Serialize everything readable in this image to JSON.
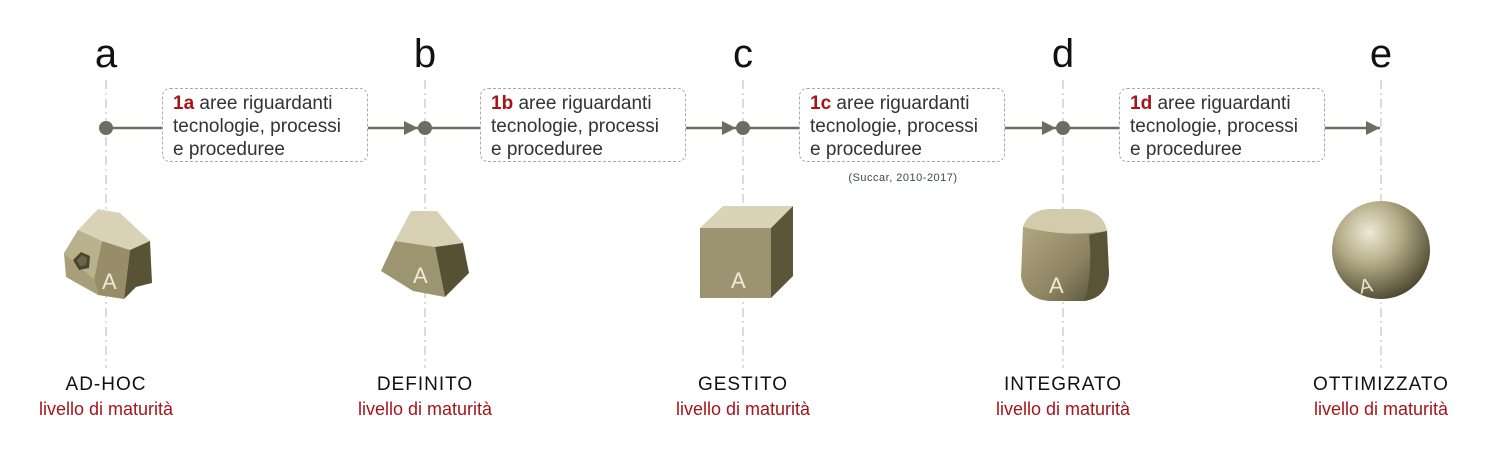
{
  "stages": [
    {
      "letter": "a",
      "level": "AD-HOC",
      "sublabel": "livello di maturità",
      "shape": "hollow-polyhedron"
    },
    {
      "letter": "b",
      "level": "DEFINITO",
      "sublabel": "livello di maturità",
      "shape": "pentagonal-polyhedron"
    },
    {
      "letter": "c",
      "level": "GESTITO",
      "sublabel": "livello di maturità",
      "shape": "cube"
    },
    {
      "letter": "d",
      "level": "INTEGRATO",
      "sublabel": "livello di maturità",
      "shape": "rounded-cube"
    },
    {
      "letter": "e",
      "level": "OTTIMIZZATO",
      "sublabel": "livello di maturità",
      "shape": "sphere"
    }
  ],
  "transitions": [
    {
      "code": "1a",
      "line1": " aree riguardanti",
      "line2": "tecnologie, processi",
      "line3": "e proceduree"
    },
    {
      "code": "1b",
      "line1": " aree riguardanti",
      "line2": "tecnologie, processi",
      "line3": "e proceduree"
    },
    {
      "code": "1c",
      "line1": " aree riguardanti",
      "line2": "tecnologie, processi",
      "line3": "e proceduree"
    },
    {
      "code": "1d",
      "line1": " aree riguardanti",
      "line2": "tecnologie, processi",
      "line3": "e proceduree"
    }
  ],
  "source": "(Succar, 2010-2017)",
  "shape_letter": "A",
  "colors": {
    "accent": "#a3151a",
    "line": "#6e6e5e",
    "solid": "#9b9270"
  }
}
